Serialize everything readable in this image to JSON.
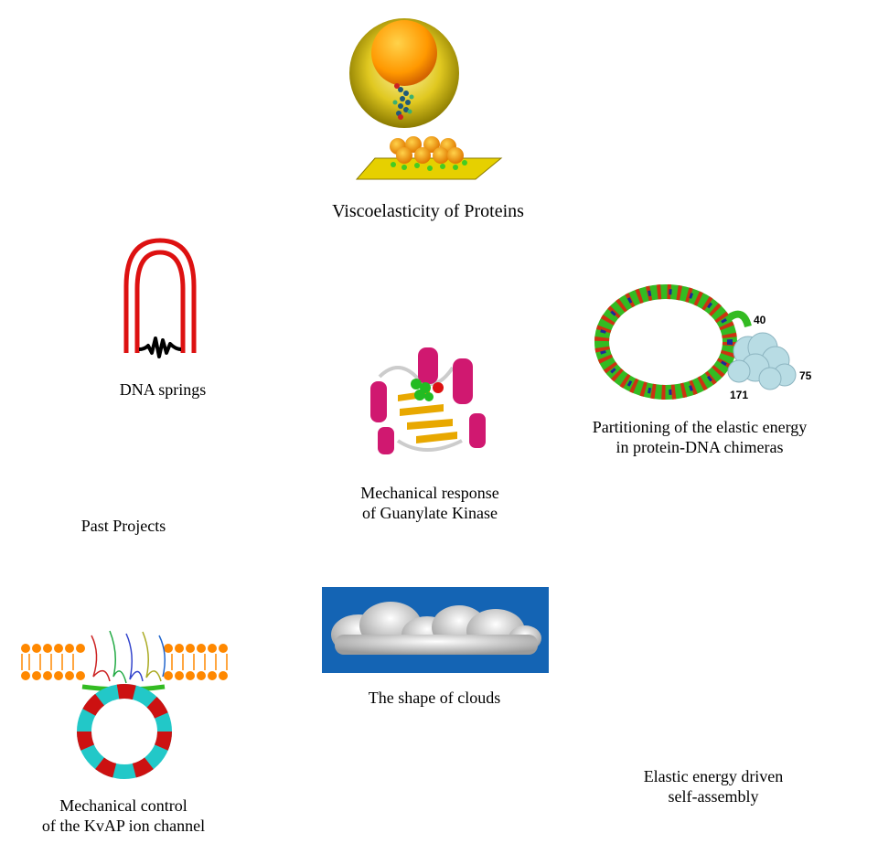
{
  "projects": {
    "viscoelasticity": {
      "label": "Viscoelasticity of Proteins"
    },
    "dna_springs": {
      "label": "DNA springs"
    },
    "partitioning": {
      "line1": "Partitioning of the elastic energy",
      "line2": "in protein-DNA chimeras",
      "labels": {
        "a": "40",
        "b": "75",
        "c": "171"
      }
    },
    "guanylate": {
      "line1": "Mechanical response",
      "line2": "of Guanylate Kinase"
    },
    "past": {
      "label": "Past Projects"
    },
    "clouds": {
      "label": "The shape of clouds"
    },
    "kvap": {
      "line1": "Mechanical control",
      "line2": "of the KvAP ion channel"
    },
    "self_assembly": {
      "line1": "Elastic energy driven",
      "line2": "self-assembly"
    }
  },
  "colors": {
    "red": "#dd1111",
    "green": "#33bb22",
    "orange": "#ff8800",
    "cyan": "#22c8c8",
    "magenta": "#d01870",
    "gold": "#e8a800",
    "cloud_bg": "#1464b4",
    "light_blue": "#b8dce4"
  }
}
